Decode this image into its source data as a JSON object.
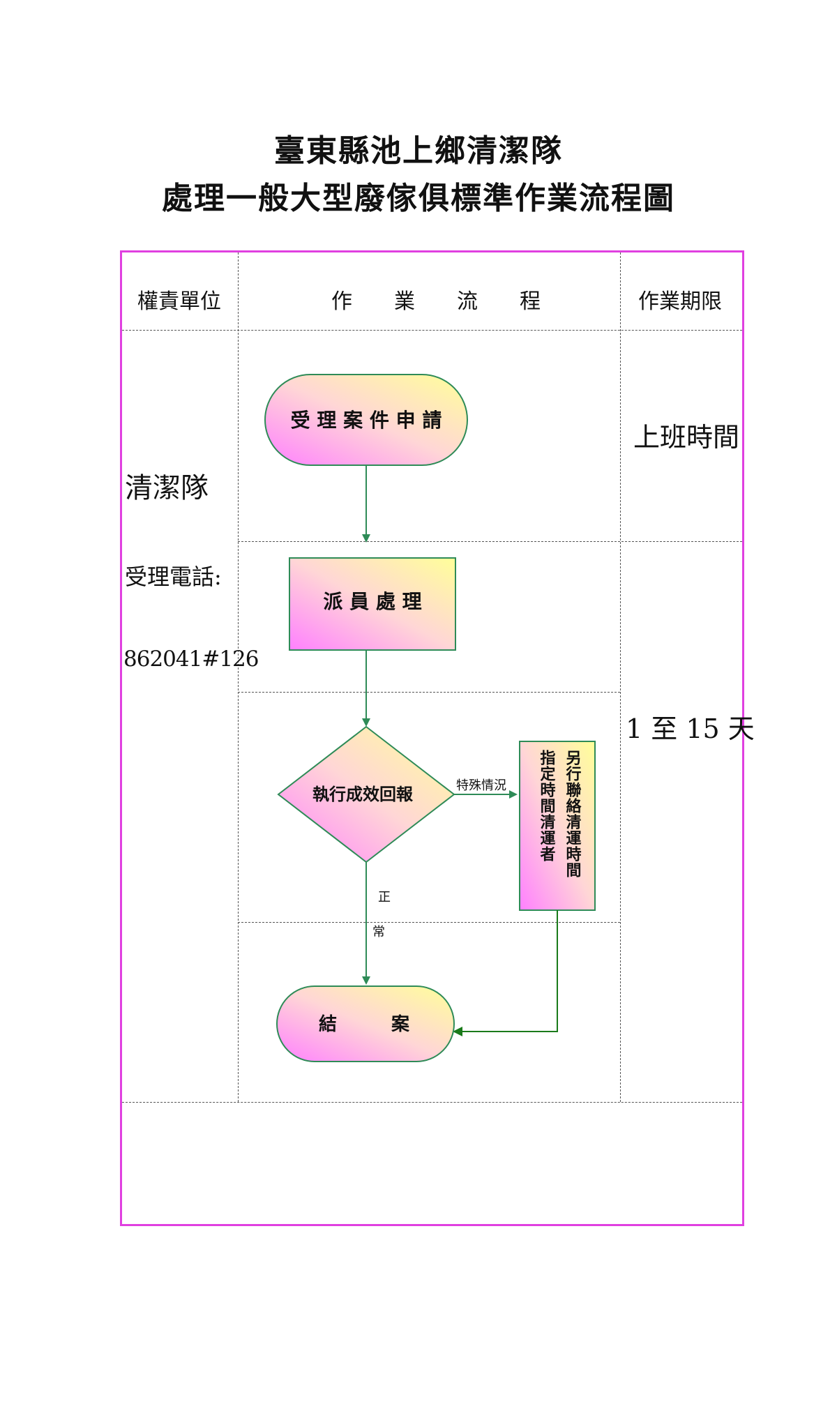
{
  "title": {
    "line1": "臺東縣池上鄉清潔隊",
    "line2": "處理一般大型廢傢俱標準作業流程圖"
  },
  "headers": {
    "responsible": "權責單位",
    "process": "作　　業　　流　　程",
    "deadline": "作業期限"
  },
  "responsible_unit": {
    "name": "清潔隊",
    "phone_label": "受理電話:",
    "phone_number": "862041#126"
  },
  "deadlines": {
    "first": "上班時間",
    "second": "1 至 15 天"
  },
  "flow": {
    "start": "受 理 案 件 申 請",
    "dispatch": "派 員 處 理",
    "decision": "執行成效回報",
    "special_label": "特殊情況",
    "special_box_col1": "另行聯絡清運時間",
    "special_box_col2": "指定時間清運者",
    "normal_label_1": "正",
    "normal_label_2": "常",
    "end": "結　　　案"
  },
  "colors": {
    "frame": "#e040e0",
    "node_border": "#2e8b57",
    "arrow": "#2e8b57",
    "gradient_pink": "#ff80ff",
    "gradient_yellow": "#ffff99"
  }
}
